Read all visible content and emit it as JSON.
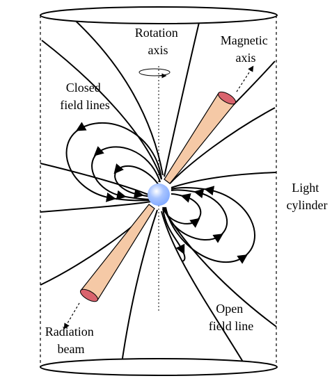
{
  "labels": {
    "rotation_axis": [
      "Rotation",
      "axis"
    ],
    "magnetic_axis": [
      "Magnetic",
      "axis"
    ],
    "closed_field_lines": [
      "Closed",
      "field lines"
    ],
    "light_cylinder": [
      "Light",
      "cylinder"
    ],
    "radiation_beam": [
      "Radiation",
      "beam"
    ],
    "open_field_line": [
      "Open",
      "field line"
    ]
  },
  "colors": {
    "beam_fill": "#f5c9a6",
    "beam_cap": "#d9636d",
    "star_core": "#7fa8ff",
    "star_highlight": "#ffffff",
    "line": "#000000"
  }
}
